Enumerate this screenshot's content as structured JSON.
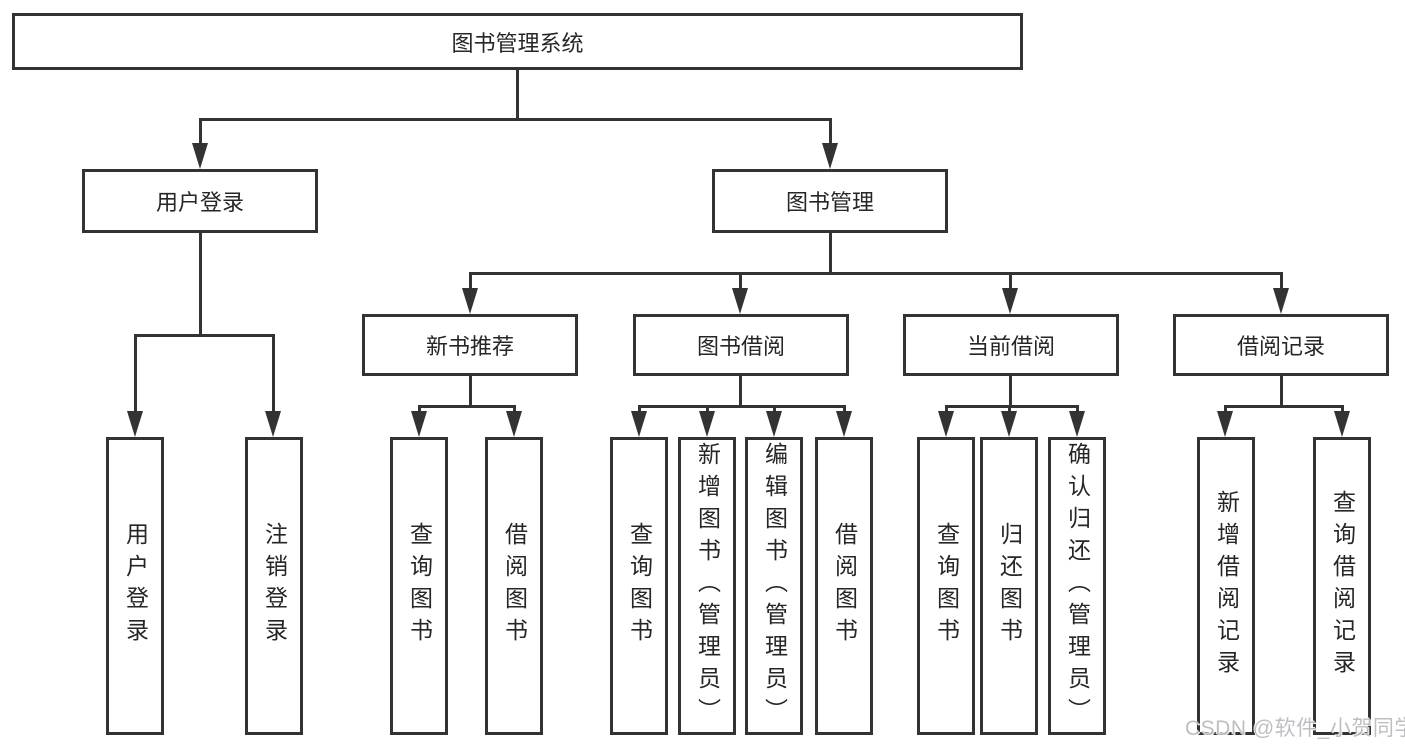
{
  "diagram": {
    "root": {
      "label": "图书管理系统"
    },
    "branches": [
      {
        "label": "用户登录",
        "children": [
          {
            "label": "用户登录"
          },
          {
            "label": "注销登录"
          }
        ]
      },
      {
        "label": "图书管理",
        "groups": [
          {
            "label": "新书推荐",
            "children": [
              {
                "label": "查询图书"
              },
              {
                "label": "借阅图书"
              }
            ]
          },
          {
            "label": "图书借阅",
            "children": [
              {
                "label": "查询图书"
              },
              {
                "label": "新增图书（管理员）"
              },
              {
                "label": "编辑图书（管理员）"
              },
              {
                "label": "借阅图书"
              }
            ]
          },
          {
            "label": "当前借阅",
            "children": [
              {
                "label": "查询图书"
              },
              {
                "label": "归还图书"
              },
              {
                "label": "确认归还（管理员）"
              }
            ]
          },
          {
            "label": "借阅记录",
            "children": [
              {
                "label": "新增借阅记录"
              },
              {
                "label": "查询借阅记录"
              }
            ]
          }
        ]
      }
    ]
  },
  "watermark": {
    "text": "CSDN @软件_小贺同学"
  },
  "colors": {
    "line": "#333333",
    "text": "#262626",
    "watermark": "#b9babe"
  }
}
